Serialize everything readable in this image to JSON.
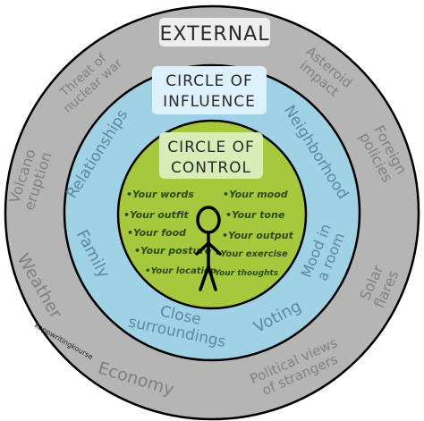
{
  "colors": {
    "external_ring": "#b5b5b5",
    "influence_ring": "#a0d2e6",
    "control_circle": "#a6c83c",
    "ink": "#000000",
    "external_label_bg": "#eeeeee",
    "influence_label_bg": "#dcf1f9",
    "control_label_bg": "#d7ecb6"
  },
  "labels": {
    "external": "EXTERNAL",
    "influence_line1": "CIRCLE OF",
    "influence_line2": "INFLUENCE",
    "control_line1": "CIRCLE OF",
    "control_line2": "CONTROL"
  },
  "external_items": {
    "nuclear_line1": "Threat of",
    "nuclear_line2": "nuclear war",
    "asteroid_line1": "Asteroid",
    "asteroid_line2": "impact",
    "foreign_line1": "Foreign",
    "foreign_line2": "policies",
    "volcano_line1": "Volcano",
    "volcano_line2": "eruption",
    "weather": "Weather",
    "solar_line1": "Solar",
    "solar_line2": "flares",
    "economy": "Economy",
    "political_line1": "Political views",
    "political_line2": "of strangers",
    "credit": "kappwritingkourse"
  },
  "influence_items": {
    "relationships": "Relationships",
    "neighborhood": "Neighborhood",
    "family": "Family",
    "mood_line1": "Mood in",
    "mood_line2": "a room",
    "close_line1": "Close",
    "close_line2": "surroundings",
    "voting": "Voting"
  },
  "control_items": {
    "words": "•Your words",
    "outfit": "•Your outfit",
    "food": "•Your food",
    "posture": "•Your posture",
    "location": "•Your location",
    "mood": "•Your mood",
    "tone": "•Your tone",
    "output": "•Your output",
    "exercise": "•Your exercise",
    "thoughts": "•Your thoughts"
  },
  "icons": {
    "center_figure": "stick-figure-icon"
  }
}
